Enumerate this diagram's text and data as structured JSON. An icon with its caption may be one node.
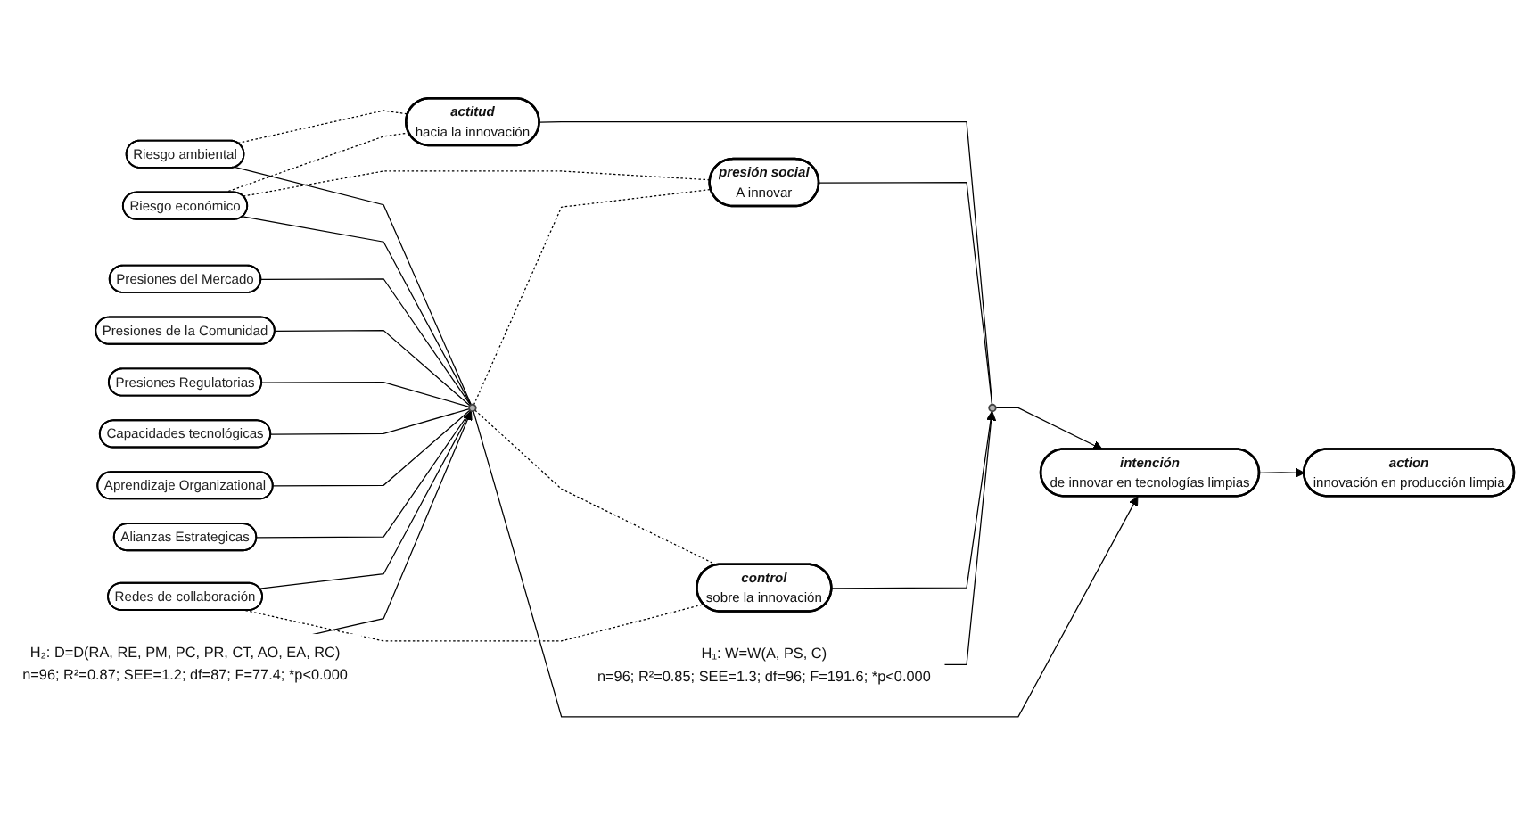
{
  "diagram": {
    "nodes": [
      {
        "text": [
          "Riesgo ambiental"
        ]
      },
      {
        "text": [
          "Riesgo económico"
        ]
      },
      {
        "text": [
          "Presiones del Mercado"
        ]
      },
      {
        "text": [
          "Presiones de la Comunidad"
        ]
      },
      {
        "text": [
          "Presiones Regulatorias"
        ]
      },
      {
        "text": [
          "Capacidades tecnológicas"
        ]
      },
      {
        "text": [
          "Aprendizaje Organizational"
        ]
      },
      {
        "text": [
          "Alianzas Estrategicas"
        ]
      },
      {
        "text": [
          "Redes de collaboración"
        ]
      },
      {
        "text": [
          "actitud",
          "hacia la innovación"
        ]
      },
      {
        "text": [
          "presión social",
          "A innovar"
        ]
      },
      {
        "text": [
          "control",
          "sobre la innovación"
        ]
      },
      {
        "text": [],
        "shape": "circle"
      },
      {
        "text": [],
        "shape": "circle"
      },
      {
        "text": [
          "intención",
          "de innovar en tecnologías limpias"
        ]
      },
      {
        "text": [
          "action",
          "innovación en producción limpia"
        ]
      },
      {
        "text": [
          "H₁: W=W(A, PS, C)",
          "n=96; R²=0.85; SEE=1.3; df=96; F=191.6; *p<0.000"
        ]
      },
      {
        "text": [
          "H₂: D=D(RA, RE, PM, PC, PR, CT, AO, EA, RC)",
          "n=96; R²=0.87; SEE=1.2; df=87; F=77.4; *p<0.000"
        ]
      }
    ],
    "edges": [
      {
        "from": 0,
        "to": 12,
        "arrow": "none"
      },
      {
        "from": 1,
        "to": 12,
        "arrow": "none"
      },
      {
        "from": 2,
        "to": 12,
        "arrow": "none"
      },
      {
        "from": 3,
        "to": 12,
        "arrow": "none"
      },
      {
        "from": 4,
        "to": 12,
        "arrow": "none"
      },
      {
        "from": 5,
        "to": 12,
        "arrow": "none"
      },
      {
        "from": 6,
        "to": 12,
        "arrow": "none"
      },
      {
        "from": 7,
        "to": 12,
        "arrow": "none"
      },
      {
        "from": 8,
        "to": 12,
        "arrow": "none"
      },
      {
        "from": 0,
        "to": 9,
        "arrow": "none",
        "style": "dashed"
      },
      {
        "from": 1,
        "to": 9,
        "arrow": "none",
        "style": "dashed"
      },
      {
        "from": 1,
        "to": 10,
        "arrow": "none",
        "style": "dashed"
      },
      {
        "from": 12,
        "to": 10,
        "arrow": "none",
        "style": "dashed"
      },
      {
        "from": 12,
        "to": 11,
        "arrow": "none",
        "style": "dashed"
      },
      {
        "from": 8,
        "to": 11,
        "arrow": "none",
        "style": "dashed"
      },
      {
        "from": 9,
        "to": 13,
        "arrow": "none"
      },
      {
        "from": 10,
        "to": 13,
        "arrow": "none"
      },
      {
        "from": 11,
        "to": 13,
        "arrow": "none"
      },
      {
        "from": 13,
        "to": 14,
        "arrow": "to"
      },
      {
        "from": 12,
        "to": 14,
        "arrow": "to"
      },
      {
        "from": 14,
        "to": 15,
        "arrow": "to"
      },
      {
        "from": 16,
        "to": 13,
        "arrow": "to"
      },
      {
        "from": 17,
        "to": 12,
        "arrow": "to"
      }
    ]
  }
}
